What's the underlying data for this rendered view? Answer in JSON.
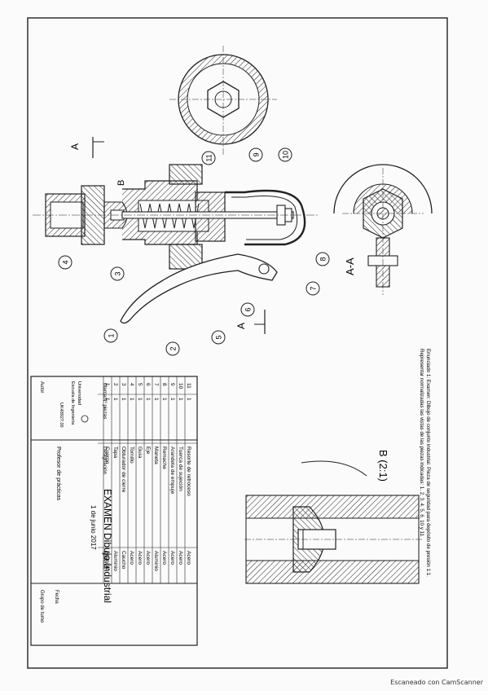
{
  "document": {
    "title": "EXAMEN Dibujo Industrial",
    "date": "1 de junio 2017",
    "school_name": "Escuela de Ingeniería",
    "institution": "Universidad",
    "professor": "Profesor de prácticas",
    "group": "Grupo de turno",
    "header_author": "Autor",
    "header_date": "Fecha",
    "code": "UK48927.00",
    "enunciado_line1": "Enunciado 1: Examen: Dibujo de conjunto industrial. Pieza de seguridad para depósito de presión 1:1.",
    "enunciado_line2": "Representar normalizadas las vistas de las piezas indicadas: 1, 2, 3, 4, 5, 6, 10 y 11."
  },
  "views": {
    "section_label": "A-A",
    "detail_label": "B (2:1)",
    "cut_label_top": "A",
    "cut_label_bottom": "A",
    "detail_marker": "B"
  },
  "balloons": [
    "1",
    "2",
    "3",
    "4",
    "5",
    "6",
    "7",
    "8",
    "9",
    "10",
    "11"
  ],
  "parts_table": {
    "headers": {
      "mark": "Marca",
      "qty": "Nº piezas",
      "name": "Designación",
      "material": "Material"
    },
    "rows": [
      {
        "mark": "11",
        "qty": "1",
        "name": "Resorte de retroceso",
        "material": "Acero"
      },
      {
        "mark": "10",
        "qty": "1",
        "name": "Tuerca de sujeción",
        "material": "Acero"
      },
      {
        "mark": "9",
        "qty": "1",
        "name": "Arandela de empuje",
        "material": "Acero"
      },
      {
        "mark": "8",
        "qty": "1",
        "name": "Remache",
        "material": "Acero"
      },
      {
        "mark": "7",
        "qty": "1",
        "name": "Maneta",
        "material": "Aluminio"
      },
      {
        "mark": "6",
        "qty": "1",
        "name": "Eje",
        "material": "Acero"
      },
      {
        "mark": "5",
        "qty": "1",
        "name": "Guía",
        "material": "Acero"
      },
      {
        "mark": "4",
        "qty": "1",
        "name": "Tornillo",
        "material": "Acero"
      },
      {
        "mark": "3",
        "qty": "1",
        "name": "Obturador de cierre",
        "material": "Caucho"
      },
      {
        "mark": "2",
        "qty": "1",
        "name": "Tapa",
        "material": "Aluminio"
      },
      {
        "mark": "1",
        "qty": "1",
        "name": "Cuerpo",
        "material": "Aluminio"
      }
    ]
  },
  "footer": "Escaneado con CamScanner"
}
